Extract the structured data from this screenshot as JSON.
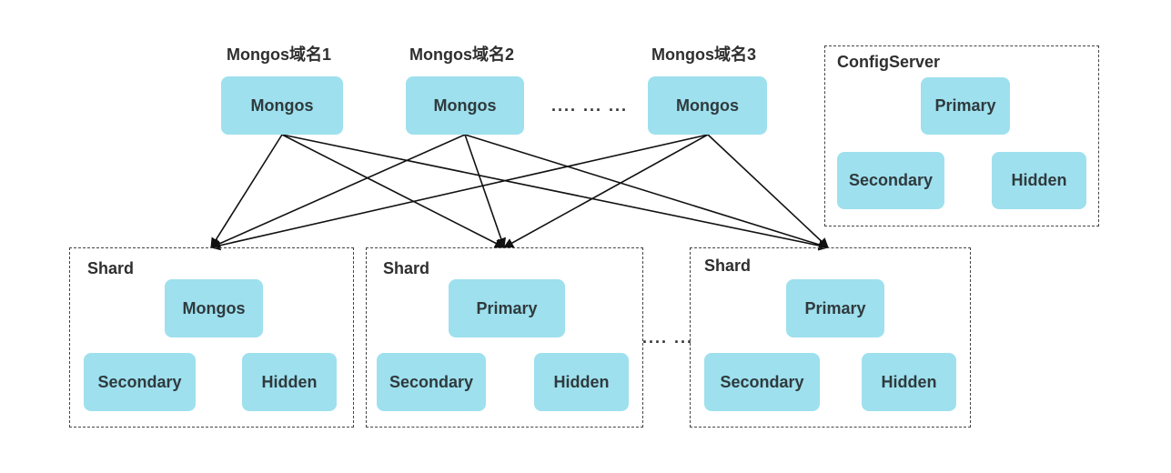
{
  "routers": [
    {
      "domain_label": "Mongos域名1",
      "node_label": "Mongos"
    },
    {
      "domain_label": "Mongos域名2",
      "node_label": "Mongos"
    },
    {
      "domain_label": "Mongos域名3",
      "node_label": "Mongos"
    }
  ],
  "router_ellipsis": ".... ... ...",
  "config_server": {
    "title": "ConfigServer",
    "primary": "Primary",
    "secondary": "Secondary",
    "hidden": "Hidden"
  },
  "shards": [
    {
      "title": "Shard",
      "top": "Mongos",
      "secondary": "Secondary",
      "hidden": "Hidden"
    },
    {
      "title": "Shard",
      "top": "Primary",
      "secondary": "Secondary",
      "hidden": "Hidden"
    },
    {
      "title": "Shard",
      "top": "Primary",
      "secondary": "Secondary",
      "hidden": "Hidden"
    }
  ],
  "shard_ellipsis": ".... ...",
  "colors": {
    "node_fill": "#9ee0ee",
    "edge": "#111111",
    "group_border": "#444444"
  }
}
